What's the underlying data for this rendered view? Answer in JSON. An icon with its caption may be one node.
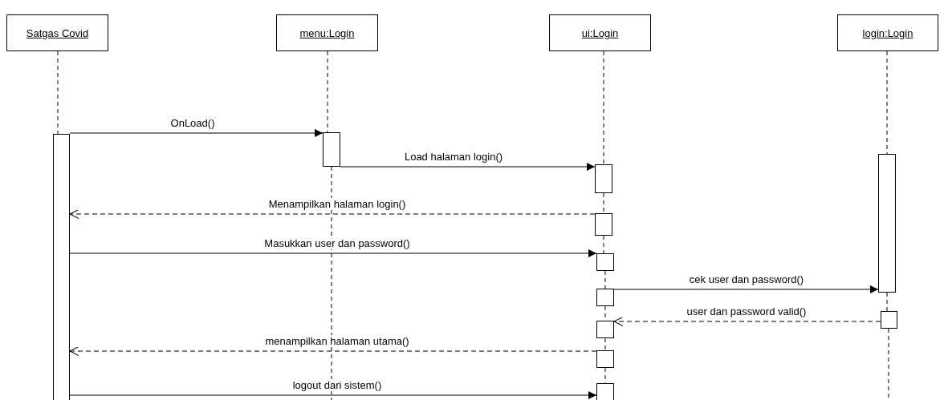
{
  "diagram": {
    "nodes": [
      {
        "text": [
          "Satgas Covid"
        ]
      },
      {
        "text": [
          "menu:Login"
        ]
      },
      {
        "text": [
          "ui:Login"
        ]
      },
      {
        "text": [
          "login:Login"
        ]
      },
      {
        "text": [],
        "shape": "box"
      },
      {
        "text": [],
        "shape": "box"
      },
      {
        "text": [],
        "shape": "box"
      },
      {
        "text": [],
        "shape": "box"
      },
      {
        "text": [],
        "shape": "box"
      },
      {
        "text": [],
        "shape": "box"
      },
      {
        "text": [],
        "shape": "box"
      },
      {
        "text": [],
        "shape": "box"
      },
      {
        "text": [],
        "shape": "box"
      },
      {
        "text": [],
        "shape": "box"
      },
      {
        "text": [],
        "shape": "box"
      }
    ],
    "edges": [
      {
        "from": 4,
        "to": 5,
        "arrow": "to",
        "label": "OnLoad()"
      },
      {
        "from": 5,
        "to": 6,
        "arrow": "to",
        "label": "Load halaman login()"
      },
      {
        "from": 7,
        "to": 4,
        "arrow": "to",
        "label": "Menampilkan halaman login()",
        "style": "dashed"
      },
      {
        "from": 4,
        "to": 8,
        "arrow": "to",
        "label": "Masukkan user dan password()"
      },
      {
        "from": 9,
        "to": 13,
        "arrow": "to",
        "label": "cek user dan password()"
      },
      {
        "from": 14,
        "to": 10,
        "arrow": "to",
        "label": "user dan password valid()",
        "style": "dashed"
      },
      {
        "from": 11,
        "to": 4,
        "arrow": "to",
        "label": "menampilkan halaman utama()",
        "style": "dashed"
      },
      {
        "from": 4,
        "to": 12,
        "arrow": "to",
        "label": "logout dari sistem()"
      },
      {
        "from": 0,
        "to": 4,
        "arrow": "none",
        "style": "dashed"
      },
      {
        "from": 1,
        "to": 5,
        "arrow": "none",
        "style": "dashed"
      },
      {
        "from": 5,
        "to": null,
        "arrow": "none",
        "style": "dashed"
      },
      {
        "from": 2,
        "to": 6,
        "arrow": "none",
        "style": "dashed"
      },
      {
        "from": 6,
        "to": 7,
        "arrow": "none",
        "style": "dashed"
      },
      {
        "from": 7,
        "to": 8,
        "arrow": "none",
        "style": "dashed"
      },
      {
        "from": 8,
        "to": 9,
        "arrow": "none",
        "style": "dashed"
      },
      {
        "from": 9,
        "to": 10,
        "arrow": "none",
        "style": "dashed"
      },
      {
        "from": 10,
        "to": 11,
        "arrow": "none",
        "style": "dashed"
      },
      {
        "from": 11,
        "to": 12,
        "arrow": "none",
        "style": "dashed"
      },
      {
        "from": 3,
        "to": 13,
        "arrow": "none",
        "style": "dashed"
      },
      {
        "from": 13,
        "to": 14,
        "arrow": "none",
        "style": "dashed"
      },
      {
        "from": 14,
        "to": null,
        "arrow": "none",
        "style": "dashed"
      }
    ]
  }
}
